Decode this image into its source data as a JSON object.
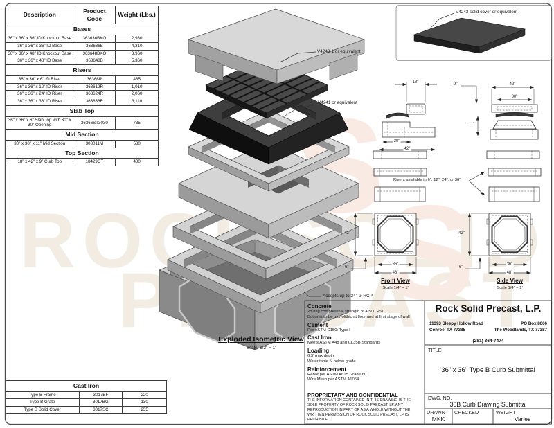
{
  "parts_table": {
    "headers": [
      "Description",
      "Product Code",
      "Weight (Lbs.)"
    ],
    "sections": [
      {
        "title": "Bases",
        "rows": [
          [
            "36\" x 36\" x 36\" ID Knockout Base",
            "363636BKO",
            "2,980"
          ],
          [
            "36\" x 36\" x 36\" ID Base",
            "363636B",
            "4,310"
          ],
          [
            "36\" x 36\" x 48\" ID Knockout Base",
            "363648BKO",
            "3,960"
          ],
          [
            "36\" x 36\" x 48\" ID Base",
            "363648B",
            "5,360"
          ]
        ]
      },
      {
        "title": "Risers",
        "rows": [
          [
            "36\" x 36\" x 6\" ID Riser",
            "36366R",
            "485"
          ],
          [
            "36\" x 36\" x 12\" ID Riser",
            "363612R",
            "1,010"
          ],
          [
            "36\" x 36\" x 24\" ID Riser",
            "363624R",
            "2,060"
          ],
          [
            "36\" x 36\" x 36\" ID Riser",
            "363636R",
            "3,110"
          ]
        ]
      },
      {
        "title": "Slab Top",
        "rows": [
          [
            "36\" x 36\" x 6\" Slab Top with 30\" x 30\" Opening",
            "36366ST3030",
            "735"
          ]
        ]
      },
      {
        "title": "Mid Section",
        "rows": [
          [
            "30\" x 30\" x 11\" Mid Section",
            "303011M",
            "580"
          ]
        ]
      },
      {
        "title": "Top Section",
        "rows": [
          [
            "18\" x 42\" x 9\" Curb Top",
            "18429CT",
            "400"
          ]
        ]
      }
    ]
  },
  "cast_iron_table": {
    "title": "Cast Iron",
    "rows": [
      [
        "Type B Frame",
        "3017BF",
        "220"
      ],
      [
        "Type B Grate",
        "3017BG",
        "130"
      ],
      [
        "Type B Solid Cover",
        "3017SC",
        "255"
      ]
    ]
  },
  "exploded_view": {
    "title": "Exploded Isometric View",
    "scale": "Scale: 1/2\" = 1'",
    "labels": {
      "grate": "V4243-1 or equivalent",
      "frame": "V4241 or equivalent",
      "rcp": "Accepts up to 24\" Ø RCP"
    }
  },
  "cover_box": {
    "label": "V4243 solid cover or equivalent"
  },
  "detail_views": {
    "riser_note": "Risers available in 6\", 12\", 24\", or 36\"",
    "front_view": {
      "title": "Front View",
      "scale": "Scale 1/4\" = 1'"
    },
    "side_view": {
      "title": "Side View",
      "scale": "Scale 1/4\" = 1'"
    },
    "dims": {
      "d6": "6\"",
      "d9": "9\"",
      "d11": "11\"",
      "d18": "18\"",
      "d30": "30\"",
      "d36": "36\"",
      "d42": "42\"",
      "d48": "48\""
    }
  },
  "notes": {
    "sections": [
      {
        "heading": "Concrete",
        "lines": [
          "28 day compressive strength of 4,500 PSI",
          "Bottoms to be monolithic at floor and at first stage of wall"
        ]
      },
      {
        "heading": "Cement",
        "lines": [
          "Per ASTM C150: Type I"
        ]
      },
      {
        "heading": "Cast Iron",
        "lines": [
          "Meets ASTM A48 and CL35B Standards"
        ]
      },
      {
        "heading": "Loading",
        "lines": [
          "6.5' max depth",
          "Water table 5' below grade"
        ]
      },
      {
        "heading": "Reinforcement",
        "lines": [
          "Rebar per ASTM A615 Grade 60",
          "Wire Mesh per ASTM A1064"
        ]
      }
    ],
    "proprietary_heading": "PROPRIETARY AND CONFIDENTIAL",
    "proprietary_text": "THE INFORMATION CONTAINED IN THIS DRAWING IS THE SOLE PROPERTY OF ROCK SOLID PRECAST, LP.  ANY REPRODUCTION IN PART OR AS A WHOLE WITHOUT THE WRITTEN PERMISSION OF ROCK SOLID PRECAST, LP IS PROHIBITED."
  },
  "title_block": {
    "company": "Rock Solid Precast, L.P.",
    "address_left_1": "11393 Sleepy Hollow Road",
    "address_left_2": "Conroe, TX 77385",
    "address_right_1": "PO Box 8066",
    "address_right_2": "The Woodlands, TX 77387",
    "phone": "(281) 364-7474",
    "title_label": "TITLE",
    "title_value": "36\" x 36\" Type B Curb Submittal",
    "dwg_label": "DWG.  NO.",
    "dwg_value": "36B Curb Drawing Submittal",
    "drawn_label": "DRAWN",
    "drawn_value": "MKK",
    "checked_label": "CHECKED",
    "checked_value": "",
    "weight_label": "WEIGHT",
    "weight_value": "Varies"
  },
  "watermark": {
    "line1": "ROCKSOLID",
    "line2": "PRECAST",
    "logo_s": "S"
  }
}
